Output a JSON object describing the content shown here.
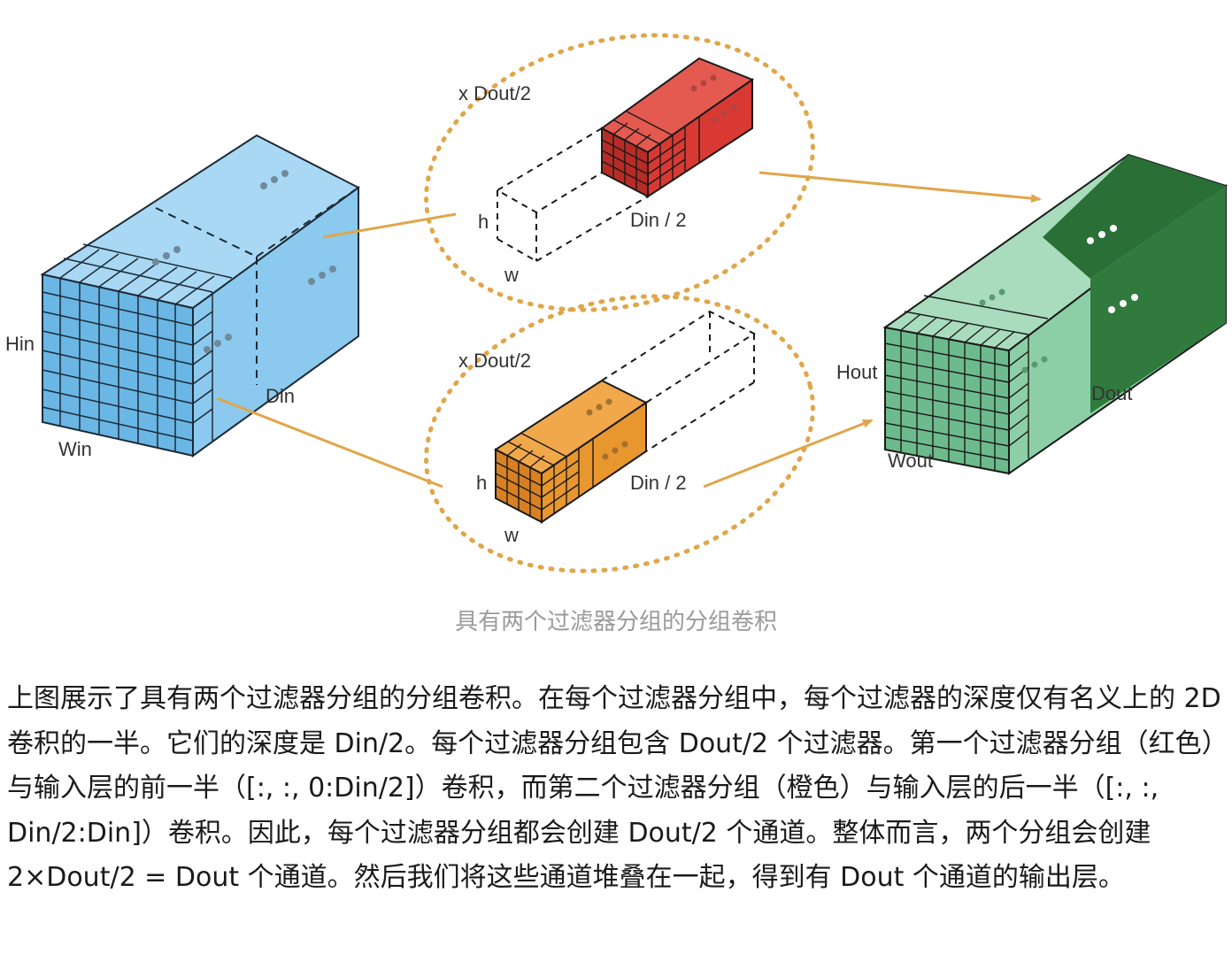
{
  "diagram": {
    "labels": {
      "hin": "Hin",
      "win": "Win",
      "din": "Din",
      "xdout_top": "x Dout/2",
      "xdout_bottom": "x Dout/2",
      "h_top": "h",
      "w_top": "w",
      "din2_top": "Din / 2",
      "h_bottom": "h",
      "w_bottom": "w",
      "din2_bottom": "Din / 2",
      "hout": "Hout",
      "wout": "Wout",
      "dout": "Dout"
    },
    "colors": {
      "input": "#8cc9ee",
      "filter_red": "#d83a33",
      "filter_orange": "#e8962e",
      "output_light": "#8ccfa6",
      "output_dark": "#2f7a3c",
      "arrow": "#e0a64a"
    }
  },
  "caption": "具有两个过滤器分组的分组卷积",
  "paragraph": "上图展示了具有两个过滤器分组的分组卷积。在每个过滤器分组中，每个过滤器的深度仅有名义上的 2D 卷积的一半。它们的深度是 Din/2。每个过滤器分组包含 Dout/2 个过滤器。第一个过滤器分组（红色）与输入层的前一半（[:, :, 0:Din/2]）卷积，而第二个过滤器分组（橙色）与输入层的后一半（[:, :, Din/2:Din]）卷积。因此，每个过滤器分组都会创建 Dout/2 个通道。整体而言，两个分组会创建 2×Dout/2 = Dout 个通道。然后我们将这些通道堆叠在一起，得到有 Dout 个通道的输出层。"
}
